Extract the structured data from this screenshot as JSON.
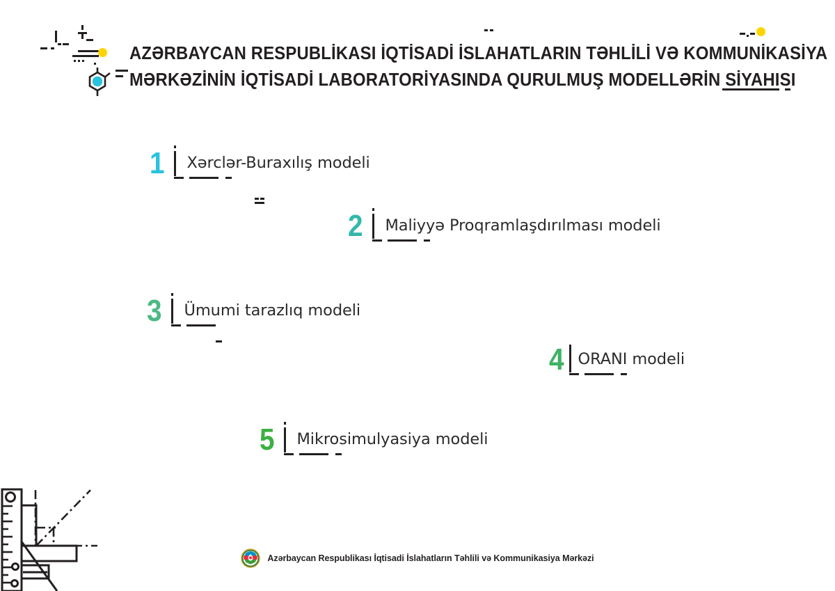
{
  "header": {
    "title_line_1": "AZƏRBAYCAN RESPUBLİKASI İQTİSADİ İSLAHATLARIN TƏHLİLİ VƏ KOMMUNİKASİYA",
    "title_line_2": "MƏRKƏZİNİN İQTİSADİ LABORATORİYASINDA QURULMUŞ MODELLƏRİN SİYAHISI",
    "icon_molecule": "hexagon-molecule-icon",
    "accent_yellow": "#ffd400",
    "accent_cyan": "#29c3e0",
    "title_color": "#231f20"
  },
  "list": {
    "items": [
      {
        "number": "1",
        "label": "Xərclər-Buraxılış modeli",
        "color": "#29c3e0"
      },
      {
        "number": "2",
        "label": "Maliyyə Proqramlaşdırılması modeli",
        "color": "#33b8ab"
      },
      {
        "number": "3",
        "label": "Ümumi tarazlıq modeli",
        "color": "#4cb983"
      },
      {
        "number": "4",
        "label": "ORANI modeli",
        "color": "#3fb264"
      },
      {
        "number": "5",
        "label": "Mikrosimulyasiya modeli",
        "color": "#3cb043"
      }
    ]
  },
  "footer": {
    "emblem": "azerbaijan-coat-of-arms-icon",
    "text": "Azərbaycan Respublikası İqtisadi İslahatların Təhlili və Kommunikasiya Mərkəzi"
  },
  "decoration": {
    "drafting_graphic": "technical-drafting-ruler-icon"
  }
}
